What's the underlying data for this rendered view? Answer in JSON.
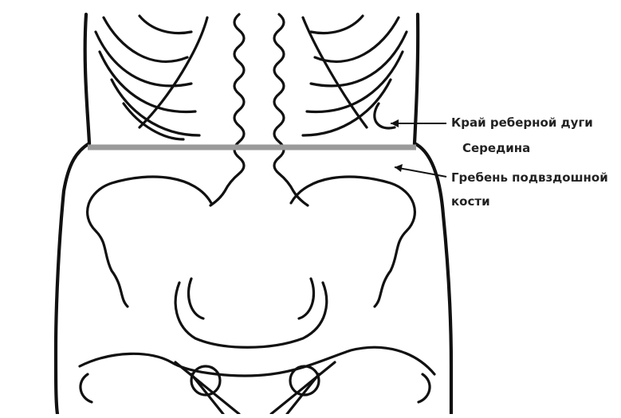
{
  "labels": {
    "costal_margin": "Край реберной дуги",
    "midpoint": "Середина",
    "iliac_crest_line1": "Гребень подвздошной",
    "iliac_crest_line2": "кости"
  },
  "colors": {
    "line": "#111111",
    "midline": "#9a9a9a",
    "background": "#ffffff"
  }
}
